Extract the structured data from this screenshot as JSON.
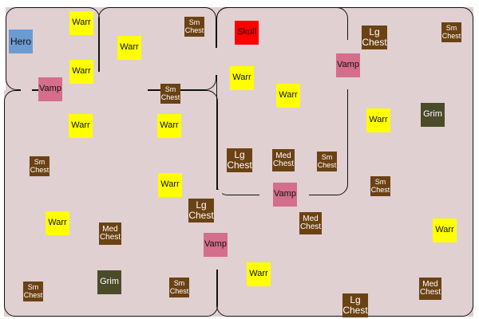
{
  "labels": {
    "hero": "Hero",
    "skull": "Skull",
    "warrior": "Warr",
    "vampire": "Vamp",
    "grim": "Grim",
    "small_chest": "Sm\nChest",
    "medium_chest": "Med\nChest",
    "large_chest": "Lg\nChest"
  },
  "colors": {
    "floor": "#e0d0d1",
    "wall": "#111111",
    "hero": "#6c9bd2",
    "skull": "#ff0000",
    "warrior": "#ffff00",
    "vampire": "#d46e8c",
    "grim": "#4b4b2a",
    "chest": "#6b4214"
  }
}
